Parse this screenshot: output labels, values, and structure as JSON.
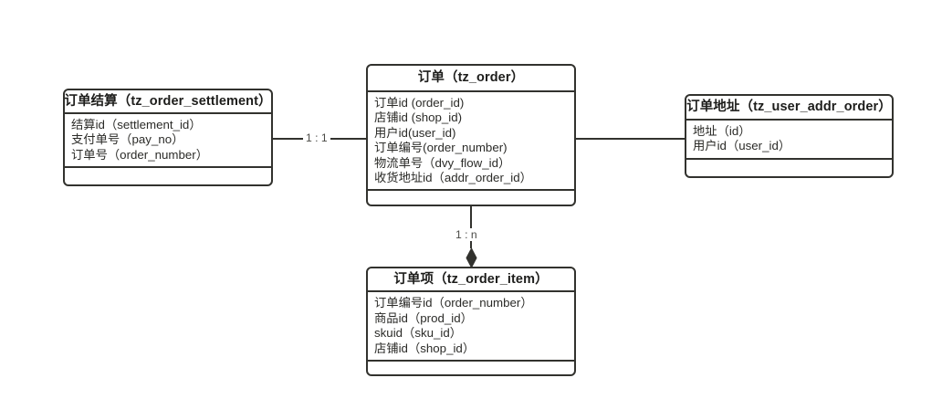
{
  "diagram": {
    "title": "Order ER diagram",
    "entities": [
      {
        "key": "order_settlement",
        "title": "订单结算（tz_order_settlement）",
        "attributes": [
          "结算id（settlement_id）",
          "支付单号（pay_no）",
          "订单号（order_number）"
        ]
      },
      {
        "key": "order",
        "title": "订单（tz_order）",
        "attributes": [
          "订单id (order_id)",
          "店铺id (shop_id)",
          "用户id(user_id)",
          "订单编号(order_number)",
          "物流单号（dvy_flow_id）",
          "收货地址id（addr_order_id）"
        ]
      },
      {
        "key": "user_addr_order",
        "title": "订单地址（tz_user_addr_order）",
        "attributes": [
          "地址（id）",
          "用户id（user_id）"
        ]
      },
      {
        "key": "order_item",
        "title": "订单项（tz_order_item）",
        "attributes": [
          "订单编号id（order_number）",
          "商品id（prod_id）",
          "skuid（sku_id）",
          "店铺id（shop_id）"
        ]
      }
    ],
    "relations": [
      {
        "key": "settlement_to_order",
        "label": "1 : 1",
        "from": "order_settlement",
        "to": "order"
      },
      {
        "key": "order_to_item",
        "label": "1 : n",
        "from": "order",
        "to": "order_item",
        "marker": "filled-diamond"
      },
      {
        "key": "order_to_addr",
        "label": "",
        "from": "order",
        "to": "user_addr_order"
      }
    ],
    "colors": {
      "stroke": "#32322e",
      "title_text": "#1d1d1b",
      "attr_text": "#2b2b28",
      "label_text": "#4a4a46",
      "background": "#ffffff"
    }
  }
}
